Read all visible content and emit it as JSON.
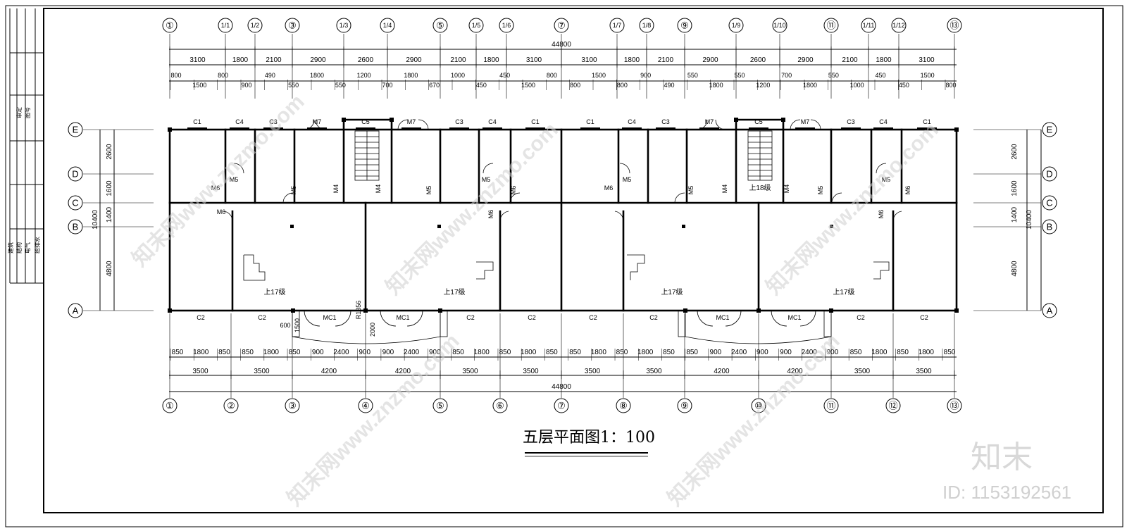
{
  "drawing_title": "五层平面图1：100",
  "total_width": "44800",
  "total_depth": "10400",
  "top_axes": [
    "①",
    "1/1",
    "1/2",
    "③",
    "1/3",
    "1/4",
    "⑤",
    "1/5",
    "1/6",
    "⑦",
    "1/7",
    "1/8",
    "⑨",
    "1/9",
    "1/10",
    "⑪",
    "1/11",
    "1/12",
    "⑬"
  ],
  "bottom_axes": [
    "①",
    "②",
    "③",
    "④",
    "⑤",
    "⑥",
    "⑦",
    "⑧",
    "⑨",
    "⑩",
    "⑪",
    "⑫",
    "⑬"
  ],
  "side_axes": [
    "E",
    "D",
    "C",
    "B",
    "A"
  ],
  "top_dims_row1": [
    "3100",
    "1800",
    "2100",
    "2900",
    "2600",
    "2900",
    "2100",
    "1800",
    "3100",
    "3100",
    "1800",
    "2100",
    "2900",
    "2600",
    "2900",
    "2100",
    "1800",
    "3100"
  ],
  "top_dims_row2": [
    "800",
    "1500",
    "800",
    "900",
    "490",
    "550",
    "1800",
    "550",
    "1200",
    "700",
    "1800",
    "670",
    "1000",
    "450",
    "450",
    "1500",
    "800",
    "800",
    "1500",
    "800",
    "900",
    "490",
    "550",
    "1800",
    "550",
    "1200",
    "700",
    "1800",
    "550",
    "1000",
    "450",
    "450",
    "1500",
    "800"
  ],
  "bottom_dims_row1": [
    "850",
    "1800",
    "850",
    "850",
    "1800",
    "850",
    "900",
    "2400",
    "900",
    "900",
    "2400",
    "900",
    "850",
    "1800",
    "850",
    "1800",
    "850",
    "850",
    "1800",
    "850",
    "1800",
    "850",
    "850",
    "900",
    "2400",
    "900",
    "900",
    "2400",
    "900",
    "850",
    "1800",
    "850",
    "1800",
    "850"
  ],
  "bottom_dims_row2": [
    "3500",
    "3500",
    "4200",
    "4200",
    "3500",
    "3500",
    "3500",
    "3500",
    "4200",
    "4200",
    "3500",
    "3500"
  ],
  "side_dims": [
    "2600",
    "1600",
    "1400",
    "4800"
  ],
  "stair_labels": [
    "上17级",
    "上17级",
    "上17级",
    "上17级",
    "上18级"
  ],
  "window_labels_top": [
    "C1",
    "C4",
    "C3",
    "M7",
    "C5",
    "M7",
    "C3",
    "C4",
    "C1",
    "C1",
    "C4",
    "C3",
    "M7",
    "C5",
    "M7",
    "C3",
    "C4",
    "C1"
  ],
  "window_labels_bottom": [
    "C2",
    "C2",
    "MC1",
    "MC1",
    "C2",
    "C2",
    "C2",
    "C2",
    "MC1",
    "MC1",
    "C2",
    "C2"
  ],
  "door_labels": [
    "M5",
    "M5",
    "M6",
    "M6",
    "M4",
    "M4",
    "M5",
    "M5",
    "M6",
    "M6",
    "M6",
    "M5",
    "M5",
    "M4",
    "M4",
    "M5",
    "M5",
    "M6",
    "M6"
  ],
  "misc_labels": [
    "R1856",
    "1500",
    "600",
    "2000"
  ],
  "watermark": "知末网www.znzmo.com",
  "brand": "知末",
  "id_label": "ID: 1153192561",
  "title_block": [
    "建筑",
    "结构",
    "电气",
    "给排水",
    "图号",
    "审定"
  ]
}
